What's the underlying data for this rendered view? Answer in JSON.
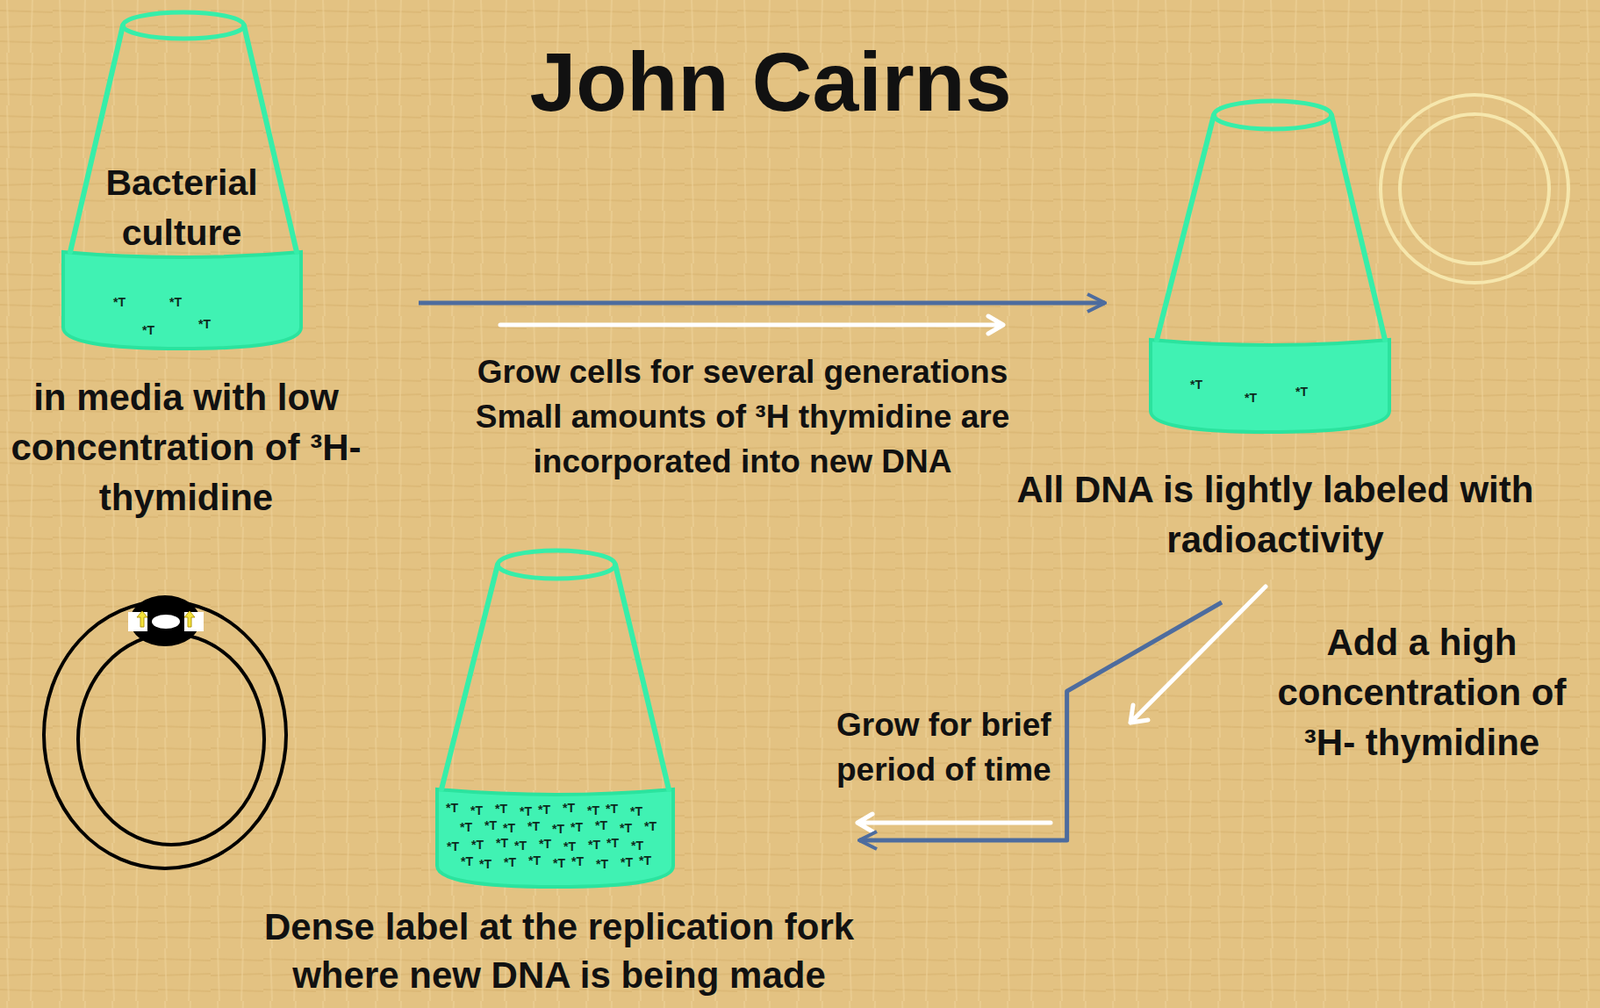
{
  "diagram": {
    "title": "John Cairns",
    "nodes": [
      {
        "text": [
          "Bacterial culture",
          "in media with low concentration of ³H- thymidine"
        ]
      },
      {
        "text": [
          "All DNA is lightly labeled with radioactivity"
        ]
      },
      {
        "text": [
          "Dense label at the replication fork where new DNA is being made"
        ]
      }
    ],
    "edges": [
      {
        "from": 0,
        "to": 1,
        "arrow": "to",
        "label": "Grow cells for several generations Small amounts of ³H thymidine are incorporated into new DNA"
      },
      {
        "from": 1,
        "to": 2,
        "arrow": "to"
      }
    ],
    "labels": [
      "*T",
      "*T",
      "*T",
      "*T",
      "*T",
      "*T",
      "*T",
      "Add a high concentration of ³H- thymidine",
      "Grow for brief period of time",
      "*T",
      "*T",
      "*T",
      "*T",
      "*T",
      "*T",
      "*T",
      "*T",
      "*T",
      "*T",
      "*T",
      "*T",
      "*T",
      "*T",
      "*T",
      "*T",
      "*T",
      "*T",
      "*T",
      "*T",
      "*T",
      "*T",
      "*T",
      "*T",
      "*T",
      "*T",
      "*T",
      "*T",
      "*T",
      "*T",
      "*T",
      "*T",
      "*T",
      "*T",
      "*T",
      "*T"
    ]
  }
}
